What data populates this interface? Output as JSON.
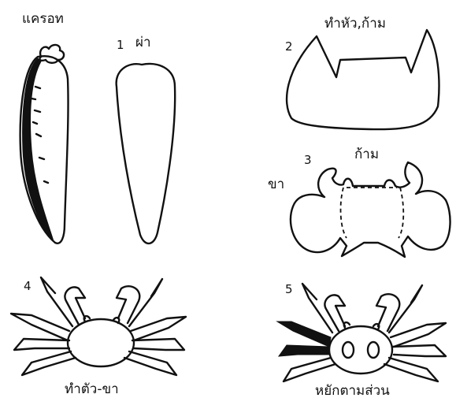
{
  "labels": {
    "carrot": "แครอท",
    "step1_num": "1",
    "step1_text": "ผ่า",
    "step2_num": "2",
    "step2_text": "ทำหัว,ก้าม",
    "step3_num": "3",
    "step3_claw": "ก้าม",
    "step3_leg": "ขา",
    "step4_num": "4",
    "step4_text": "ทำตัว-ขา",
    "step5_num": "5",
    "step5_text": "หยักตามส่วน"
  },
  "colors": {
    "ink": "#111111",
    "background": "#ffffff"
  }
}
